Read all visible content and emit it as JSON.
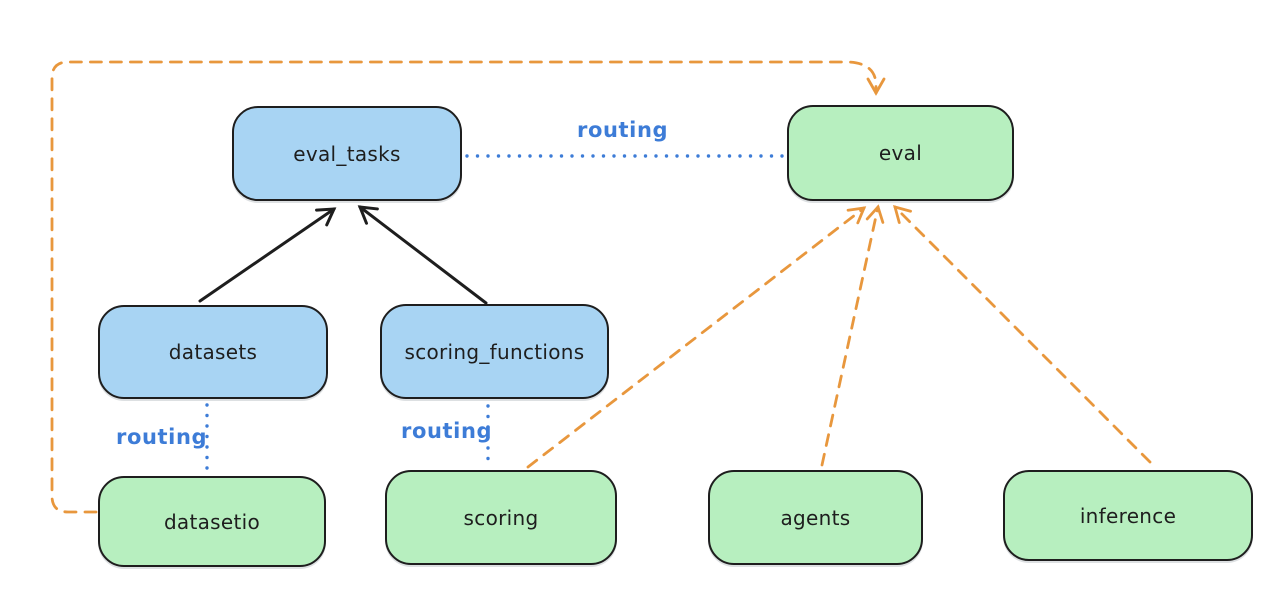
{
  "diagram": {
    "style": "hand-drawn-flowchart",
    "colors": {
      "background": "#ffffff",
      "node_stroke": "#1e1e1e",
      "blue_node_fill": "#a8d4f3",
      "green_node_fill": "#b7efbf",
      "routing_line_blue": "#3d7cd7",
      "provider_arrow_orange": "#e8973d",
      "solid_arrow_black": "#1e1e1e"
    }
  },
  "nodes": {
    "eval_tasks": {
      "label": "eval_tasks",
      "color": "blue"
    },
    "eval": {
      "label": "eval",
      "color": "green"
    },
    "datasets": {
      "label": "datasets",
      "color": "blue"
    },
    "scoring_functions": {
      "label": "scoring_functions",
      "color": "blue"
    },
    "datasetio": {
      "label": "datasetio",
      "color": "green"
    },
    "scoring": {
      "label": "scoring",
      "color": "green"
    },
    "agents": {
      "label": "agents",
      "color": "green"
    },
    "inference": {
      "label": "inference",
      "color": "green"
    }
  },
  "edges": [
    {
      "from": "datasets",
      "to": "eval_tasks",
      "style": "solid-arrow",
      "color": "black",
      "label": ""
    },
    {
      "from": "scoring_functions",
      "to": "eval_tasks",
      "style": "solid-arrow",
      "color": "black",
      "label": ""
    },
    {
      "from": "eval_tasks",
      "to": "eval",
      "style": "dotted-line",
      "color": "blue",
      "label": "routing"
    },
    {
      "from": "datasets",
      "to": "datasetio",
      "style": "dotted-line",
      "color": "blue",
      "label": "routing"
    },
    {
      "from": "scoring_functions",
      "to": "scoring",
      "style": "dotted-line",
      "color": "blue",
      "label": "routing"
    },
    {
      "from": "datasetio",
      "to": "eval",
      "style": "dashed-arrow",
      "color": "orange",
      "label": ""
    },
    {
      "from": "scoring",
      "to": "eval",
      "style": "dashed-arrow",
      "color": "orange",
      "label": ""
    },
    {
      "from": "agents",
      "to": "eval",
      "style": "dashed-arrow",
      "color": "orange",
      "label": ""
    },
    {
      "from": "inference",
      "to": "eval",
      "style": "dashed-arrow",
      "color": "orange",
      "label": ""
    }
  ]
}
